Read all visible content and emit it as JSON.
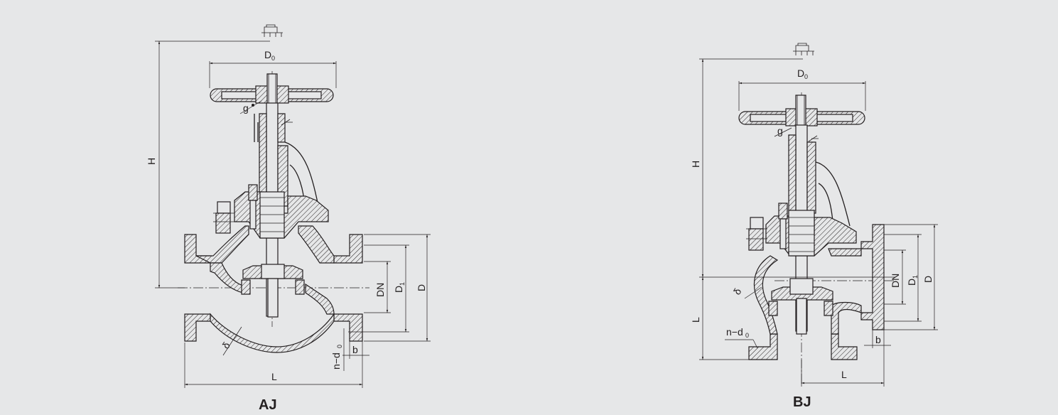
{
  "drawings": [
    {
      "id": "aj",
      "caption": "AJ",
      "labels": {
        "d0": "D",
        "d0_sub": "0",
        "h": "H",
        "dn": "DN",
        "d1": "D",
        "d1_sub": "1",
        "d": "D",
        "l": "L",
        "b": "b",
        "nd0": "n−d",
        "nd0_sub": "0",
        "delta": "δ",
        "g": "g"
      }
    },
    {
      "id": "bj",
      "caption": "BJ",
      "labels": {
        "d0": "D",
        "d0_sub": "0",
        "h": "H",
        "dn": "DN",
        "d1": "D",
        "d1_sub": "1",
        "d": "D",
        "l_vert": "L",
        "l": "L",
        "b": "b",
        "nd0": "n−d",
        "nd0_sub": "0",
        "delta": "δ",
        "g": "g"
      }
    }
  ],
  "colors": {
    "background": "#e6e7e8",
    "ink": "#231f20"
  }
}
